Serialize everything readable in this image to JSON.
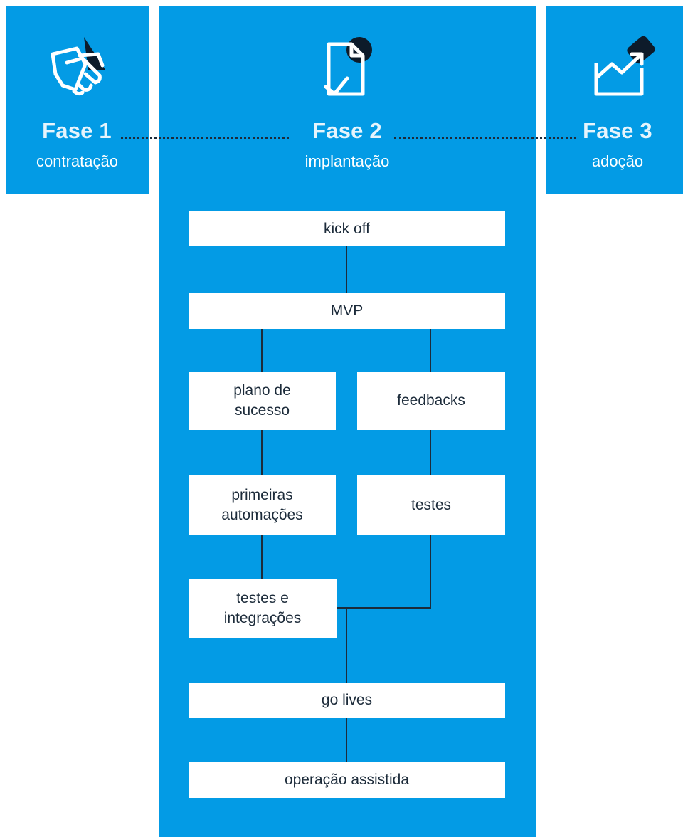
{
  "phases": [
    {
      "title": "Fase 1",
      "subtitle": "contratação",
      "icon": "handshake-icon"
    },
    {
      "title": "Fase 2",
      "subtitle": "implantação",
      "icon": "document-check-icon"
    },
    {
      "title": "Fase 3",
      "subtitle": "adoção",
      "icon": "chart-growth-icon"
    }
  ],
  "steps": {
    "kickoff": "kick off",
    "mvp": "MVP",
    "plano": "plano de\nsucesso",
    "feedbacks": "feedbacks",
    "primeiras": "primeiras\nautomações",
    "testes": "testes",
    "integracoes": "testes e\nintegrações",
    "golives": "go lives",
    "operacao": "operação assistida"
  },
  "colors": {
    "panel": "#039be5",
    "box": "#ffffff",
    "text_dark": "#1c2b3a",
    "icon_dark": "#0d1b2a"
  }
}
